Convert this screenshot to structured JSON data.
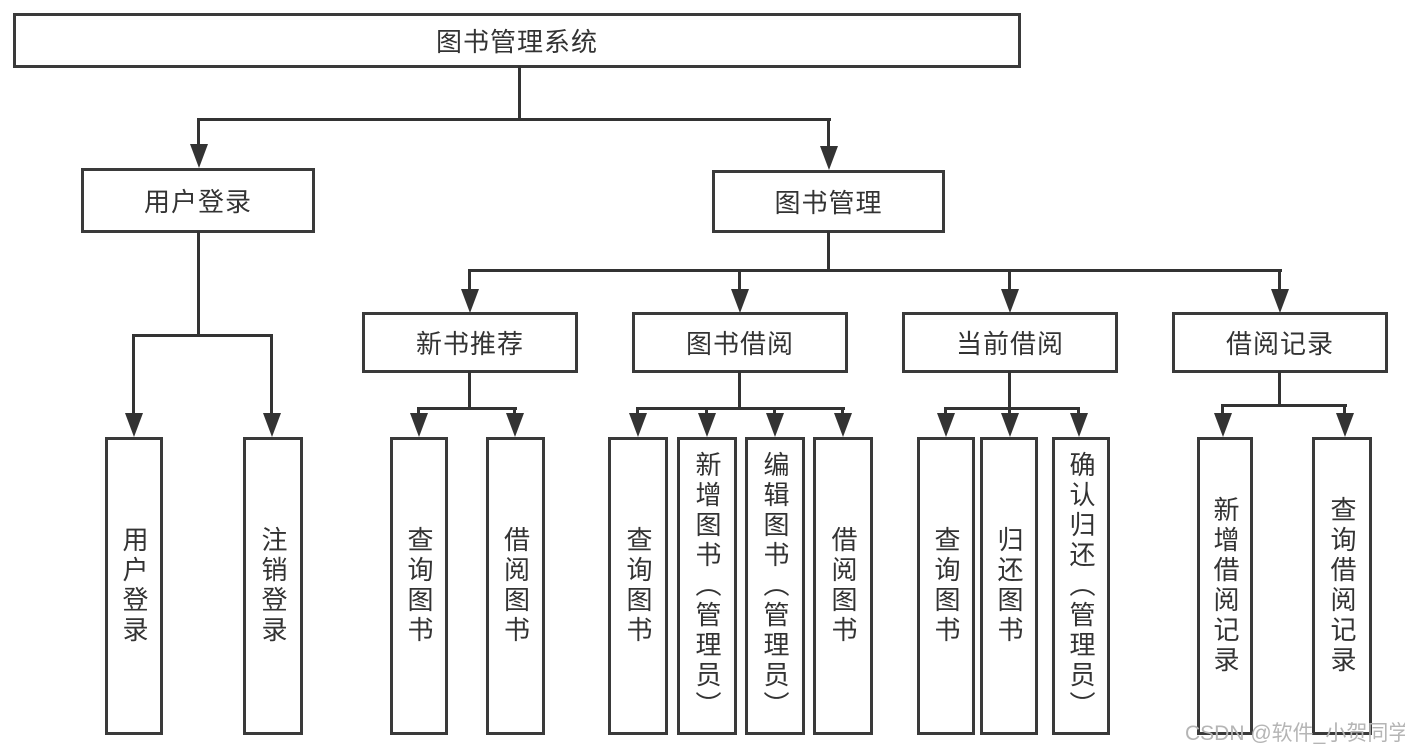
{
  "diagram": {
    "root": {
      "label": "图书管理系统"
    },
    "branches": [
      {
        "label": "用户登录",
        "children": [
          {
            "label": "用户登录"
          },
          {
            "label": "注销登录"
          }
        ]
      },
      {
        "label": "图书管理",
        "children": [
          {
            "label": "新书推荐",
            "children": [
              {
                "label": "查询图书"
              },
              {
                "label": "借阅图书"
              }
            ]
          },
          {
            "label": "图书借阅",
            "children": [
              {
                "label": "查询图书"
              },
              {
                "label": "新增图书（管理员）"
              },
              {
                "label": "编辑图书（管理员）"
              },
              {
                "label": "借阅图书"
              }
            ]
          },
          {
            "label": "当前借阅",
            "children": [
              {
                "label": "查询图书"
              },
              {
                "label": "归还图书"
              },
              {
                "label": "确认归还（管理员）"
              }
            ]
          },
          {
            "label": "借阅记录",
            "children": [
              {
                "label": "新增借阅记录"
              },
              {
                "label": "查询借阅记录"
              }
            ]
          }
        ]
      }
    ]
  },
  "watermark": {
    "text": "CSDN @软件_小贺同学"
  },
  "colors": {
    "line": "#333333",
    "border": "#3a3a3a",
    "text": "#333333",
    "watermark_text": "#b5b5b5",
    "background": "#ffffff"
  }
}
